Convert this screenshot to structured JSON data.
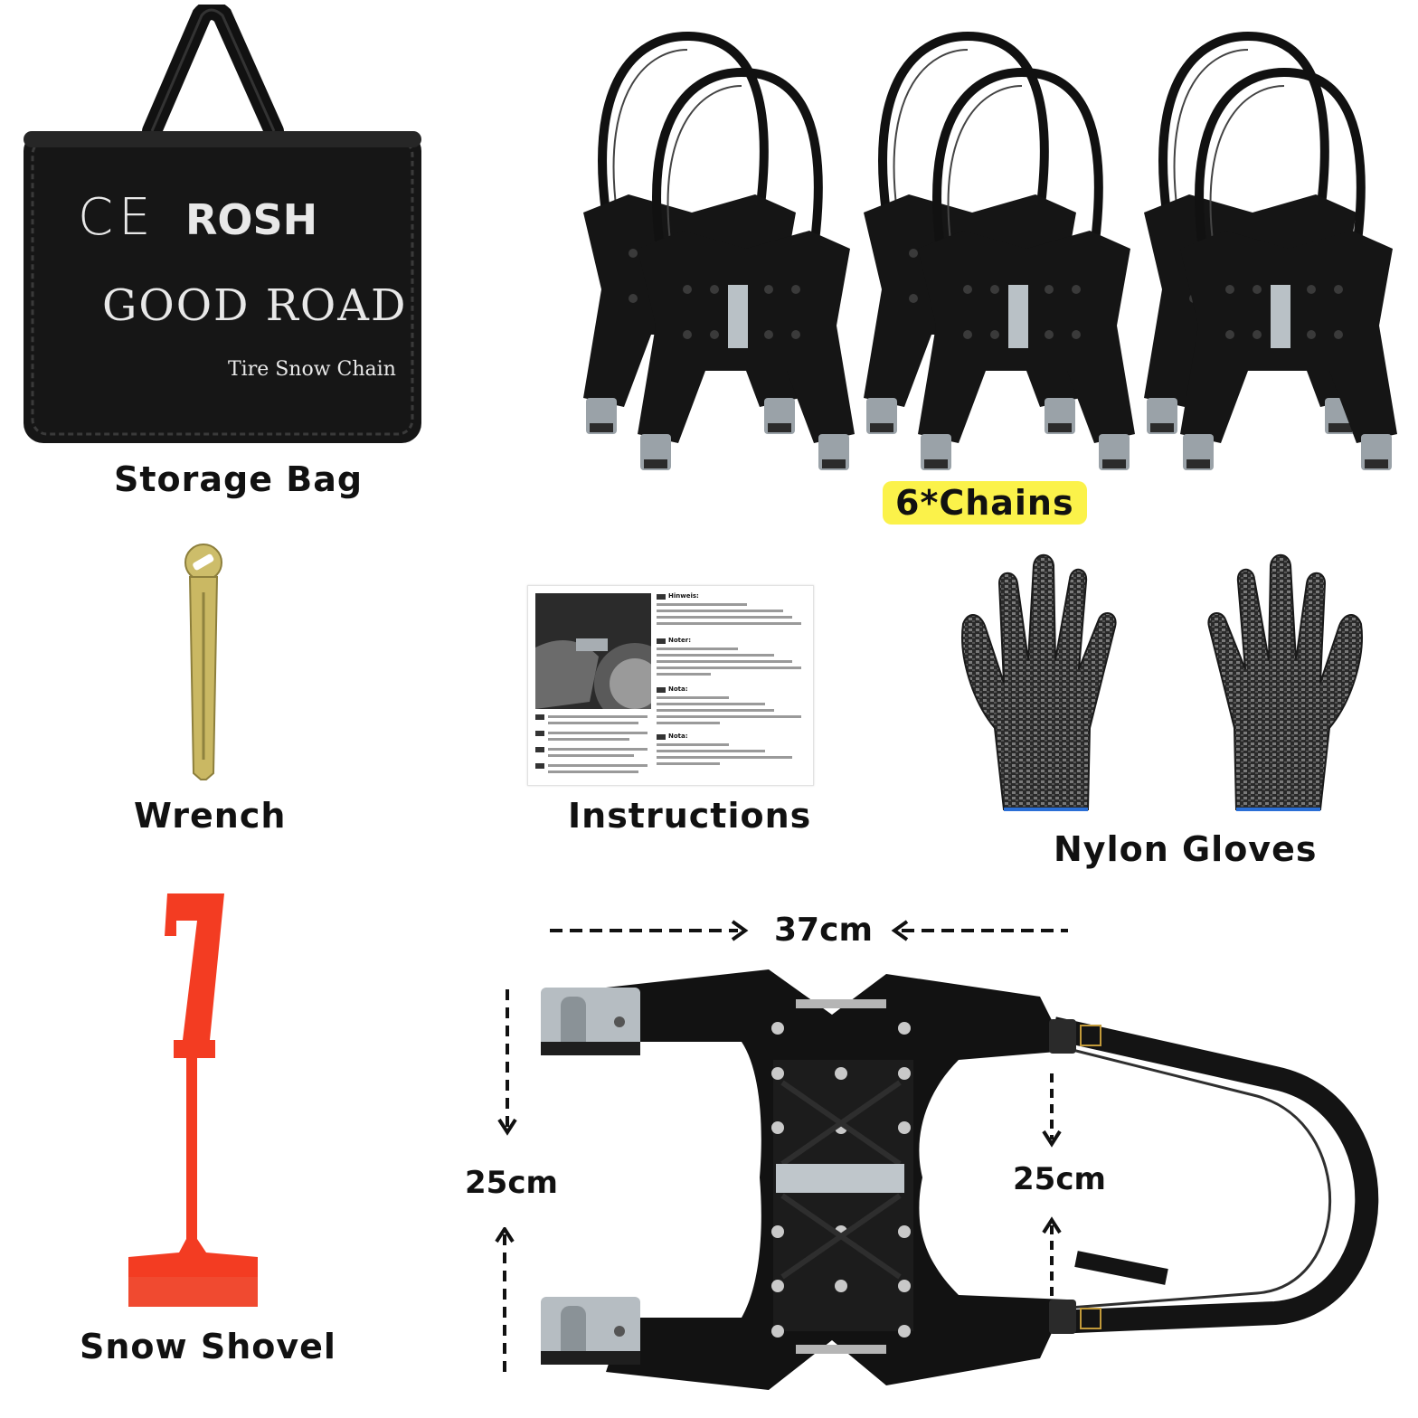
{
  "items": {
    "storage_bag": {
      "label": "Storage Bag"
    },
    "chains": {
      "label": "6*Chains",
      "highlight_color": "#fbf24a"
    },
    "wrench": {
      "label": "Wrench"
    },
    "instructions": {
      "label": "Instructions"
    },
    "gloves": {
      "label": "Nylon Gloves"
    },
    "shovel": {
      "label": "Snow Shovel",
      "color": "#f33c22"
    }
  },
  "bag_print": {
    "ce_mark": "CE",
    "brand": "ROSH",
    "line2": "GOOD ROAD",
    "line3": "Tire Snow Chain"
  },
  "instructions_card": {
    "headings": [
      "Hinweis:",
      "Noter:",
      "Nota:",
      "Nota:"
    ]
  },
  "dimensions": {
    "width": "37cm",
    "height_left": "25cm",
    "height_right": "25cm"
  }
}
